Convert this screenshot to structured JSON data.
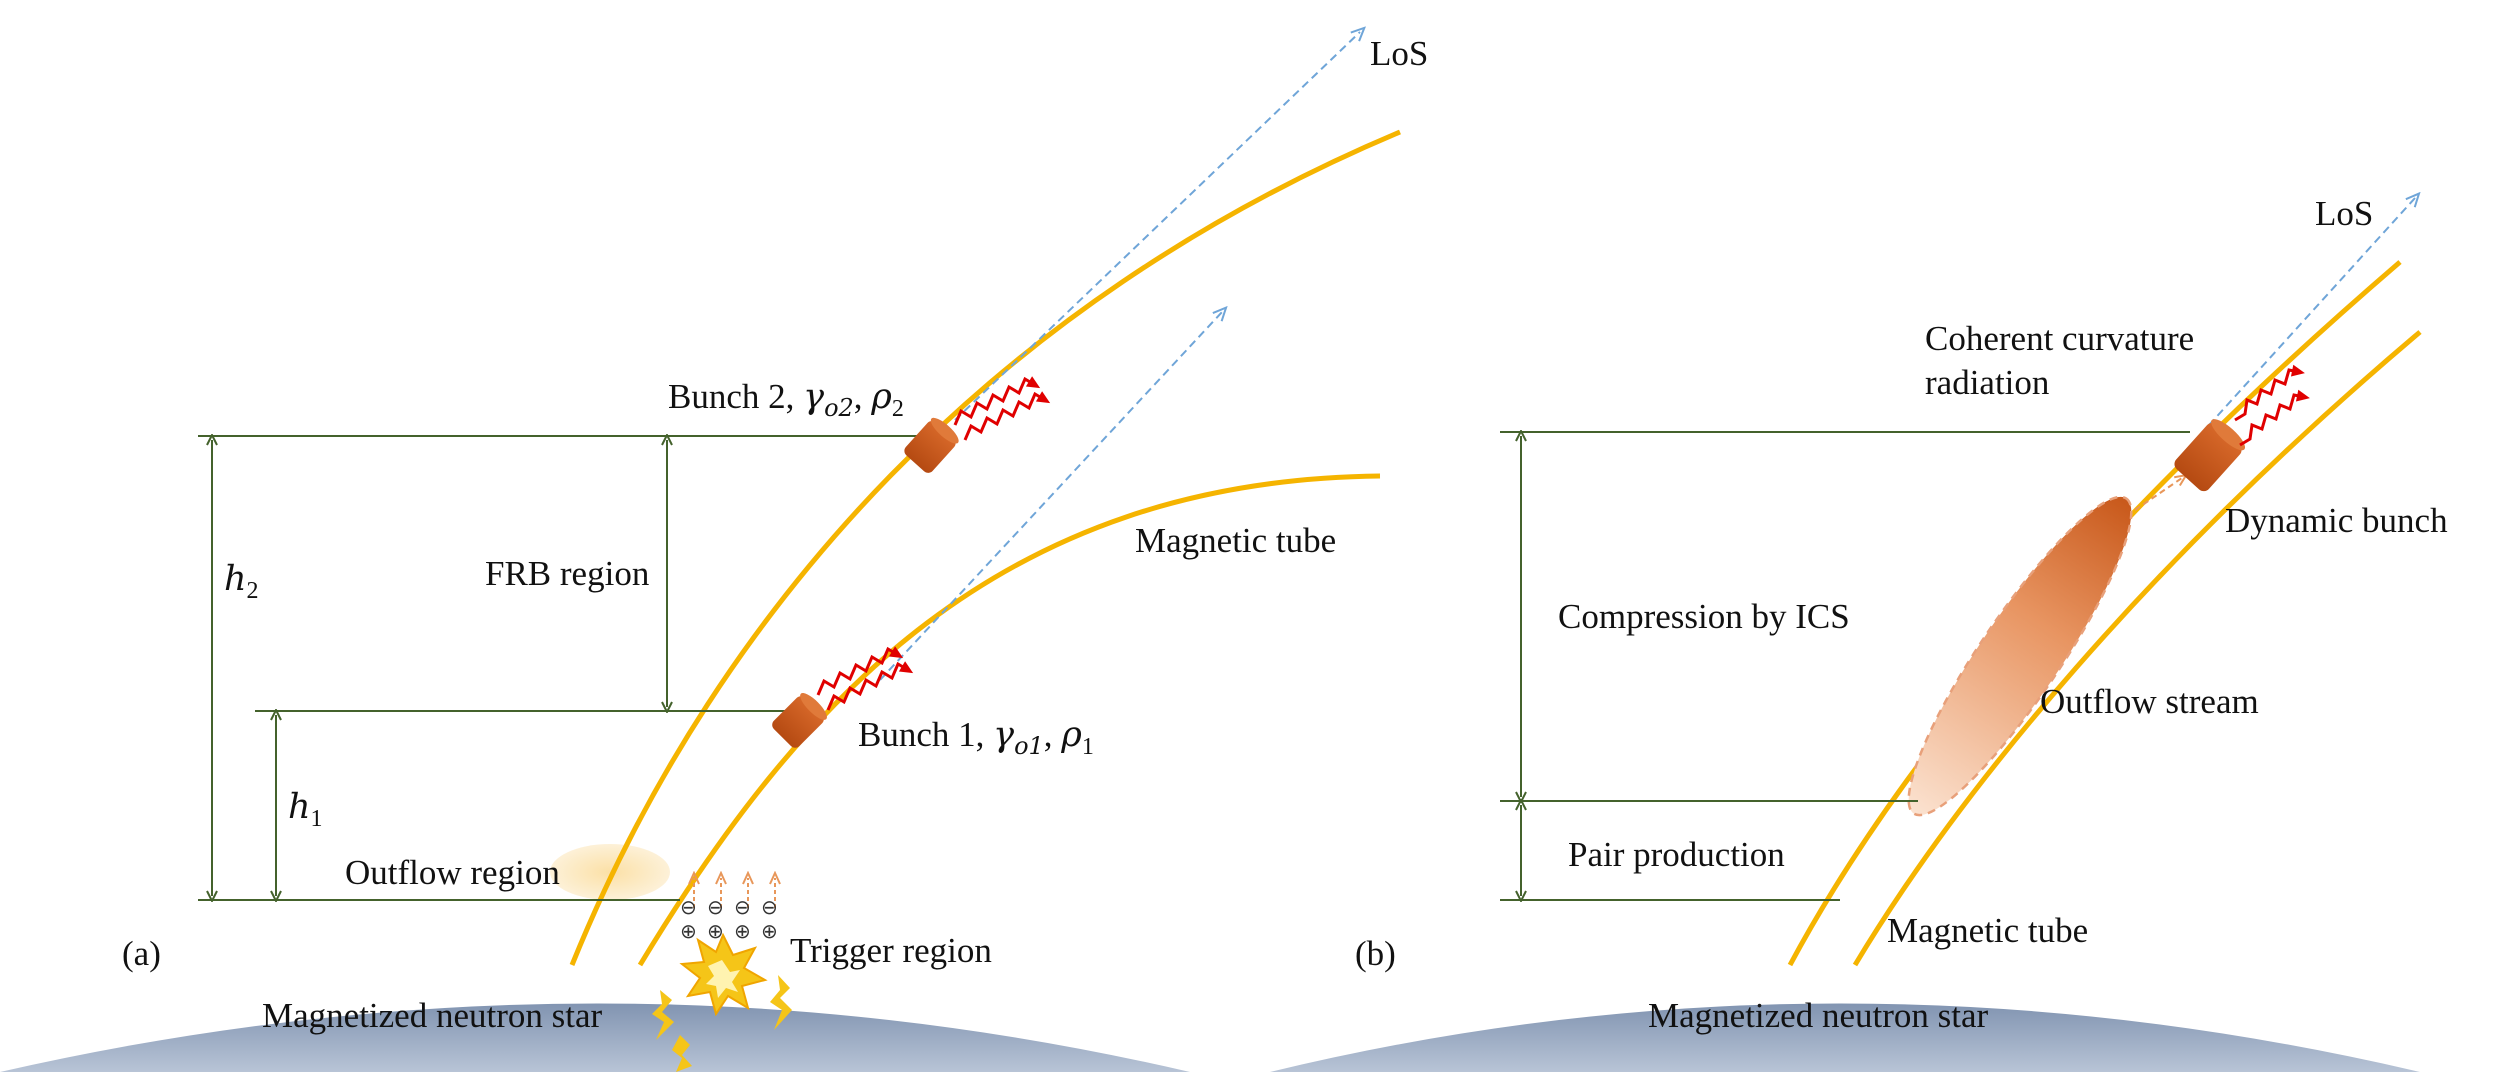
{
  "panel_a": {
    "tag": "(a)",
    "los": "LoS",
    "bunch2": {
      "name": "Bunch 2",
      "gamma": "γ",
      "gamma_sub": "o2",
      "rho": "ρ",
      "rho_sub": "2"
    },
    "bunch1": {
      "name": "Bunch 1",
      "gamma": "γ",
      "gamma_sub": "o1",
      "rho": "ρ",
      "rho_sub": "1"
    },
    "h2": {
      "symbol": "h",
      "sub": "2"
    },
    "h1": {
      "symbol": "h",
      "sub": "1"
    },
    "frb_region": "FRB region",
    "magnetic_tube": "Magnetic tube",
    "outflow_region": "Outflow region",
    "trigger_region": "Trigger region",
    "star": "Magnetized neutron star",
    "charges": {
      "minus": "⊖",
      "plus": "⊕"
    }
  },
  "panel_b": {
    "tag": "(b)",
    "los": "LoS",
    "coherent_line1": "Coherent curvature",
    "coherent_line2": "radiation",
    "dynamic_bunch": "Dynamic bunch",
    "compression": "Compression by ICS",
    "outflow_stream": "Outflow stream",
    "pair_production": "Pair production",
    "magnetic_tube": "Magnetic tube",
    "star": "Magnetized neutron star"
  },
  "colors": {
    "field_line": "#f5b400",
    "star_top": "#7f93b2",
    "bunch": "#c8581a",
    "dimension": "#44622c",
    "los": "#6fa5d8",
    "wave": "#e00000",
    "flash": "#f5c518",
    "outflow_glow": "#fbe3b0",
    "charge_arrow": "#e8975a"
  }
}
